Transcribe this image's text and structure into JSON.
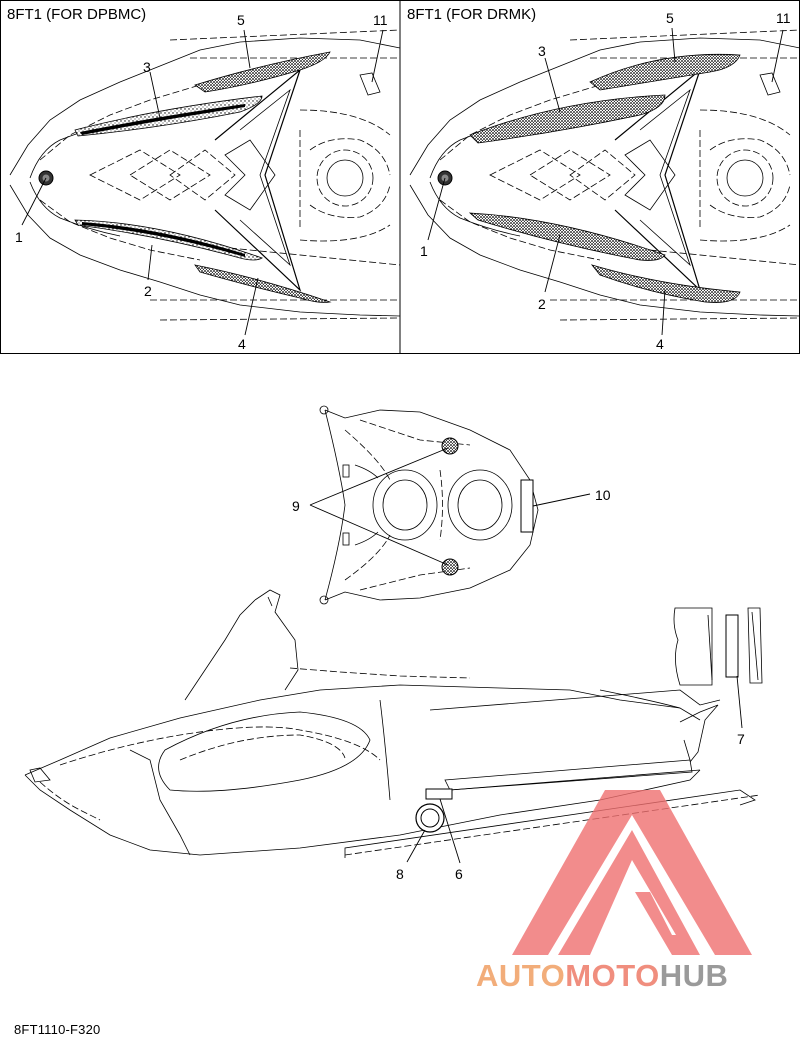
{
  "panels": [
    {
      "title": "8FT1 (FOR DPBMC)"
    },
    {
      "title": "8FT1 (FOR DRMK)"
    }
  ],
  "callouts": {
    "left_panel": [
      "1",
      "2",
      "3",
      "4",
      "5",
      "11"
    ],
    "right_panel": [
      "1",
      "2",
      "3",
      "4",
      "5",
      "11"
    ],
    "seat": [
      "9",
      "10"
    ],
    "hull": [
      "6",
      "7",
      "8"
    ]
  },
  "drawing_code": "8FT1110-F320",
  "watermark": {
    "part1": "AUTO",
    "part2": "MOTO",
    "part3": "HUB"
  },
  "colors": {
    "watermark_triangle": "#f07070",
    "watermark_auto": "#f2ad7a",
    "watermark_moto": "#f08e7e",
    "watermark_hub": "#9a9a9a"
  }
}
